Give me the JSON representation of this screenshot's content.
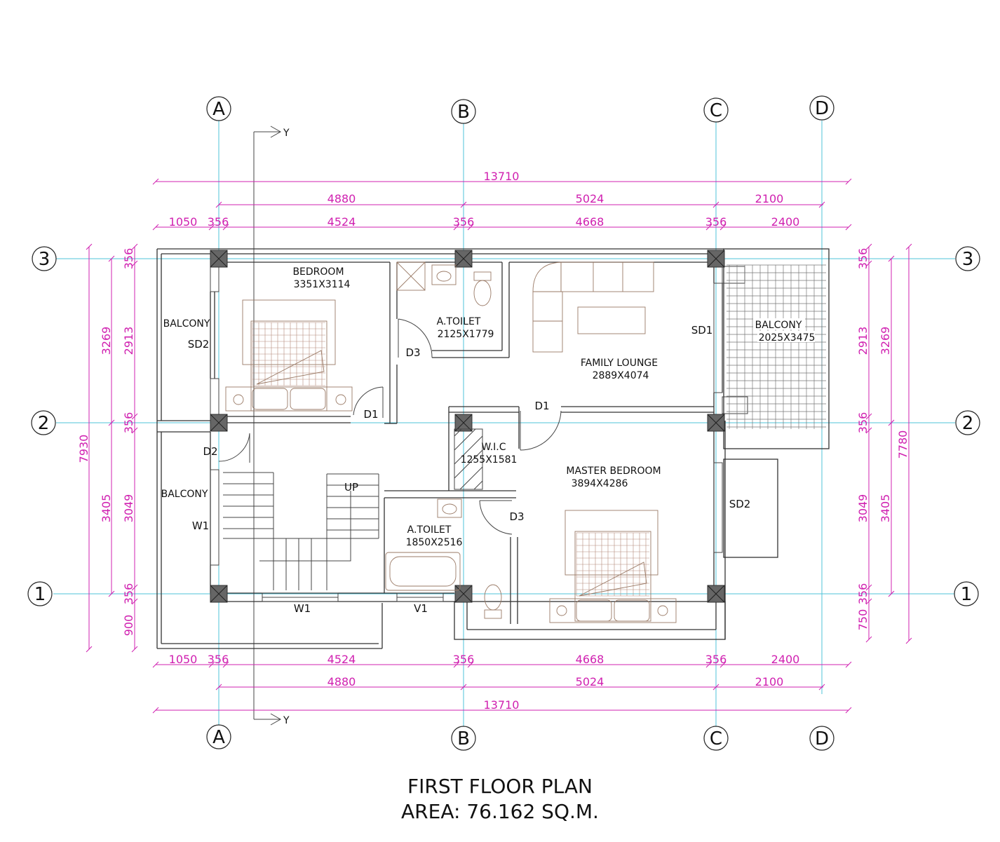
{
  "grid": {
    "columns": [
      "A",
      "B",
      "C",
      "D"
    ],
    "rows": [
      "3",
      "2",
      "1"
    ]
  },
  "axis_marker": "Y",
  "dims_top": {
    "overall": "13710",
    "bays": [
      "4880",
      "5024",
      "2100"
    ],
    "detail": [
      "1050",
      "356",
      "4524",
      "356",
      "4668",
      "356",
      "2400"
    ]
  },
  "dims_bottom": {
    "overall": "13710",
    "bays": [
      "4880",
      "5024",
      "2100"
    ],
    "detail": [
      "1050",
      "356",
      "4524",
      "356",
      "4668",
      "356",
      "2400"
    ]
  },
  "dims_left": {
    "overall": "7930",
    "bays": [
      "3269",
      "3405"
    ],
    "detail": [
      "356",
      "2913",
      "356",
      "3049",
      "356",
      "900"
    ]
  },
  "dims_right": {
    "overall": "7780",
    "bays": [
      "3269",
      "3405"
    ],
    "detail": [
      "356",
      "2913",
      "356",
      "3049",
      "356",
      "750"
    ]
  },
  "rooms": [
    {
      "name": "BEDROOM",
      "size": "3351X3114"
    },
    {
      "name": "A.TOILET",
      "size": "2125X1779"
    },
    {
      "name": "FAMILY LOUNGE",
      "size": "2889X4074"
    },
    {
      "name": "BALCONY",
      "size": "2025X3475"
    },
    {
      "name": "W.I.C",
      "size": "1255X1581"
    },
    {
      "name": "MASTER BEDROOM",
      "size": "3894X4286"
    },
    {
      "name": "A.TOILET",
      "size": "1850X2516"
    },
    {
      "name": "BALCONY",
      "size": ""
    },
    {
      "name": "BALCONY",
      "size": ""
    }
  ],
  "tags": {
    "sd2_left": "SD2",
    "sd1": "SD1",
    "sd2_right": "SD2",
    "d1_bed": "D1",
    "d1_lounge": "D1",
    "d2": "D2",
    "d3_top": "D3",
    "d3_bottom": "D3",
    "w1_left": "W1",
    "w1_bottom": "W1",
    "v1": "V1",
    "up": "UP"
  },
  "caption": {
    "title": "FIRST FLOOR PLAN",
    "area": "AREA: 76.162 SQ.M."
  }
}
